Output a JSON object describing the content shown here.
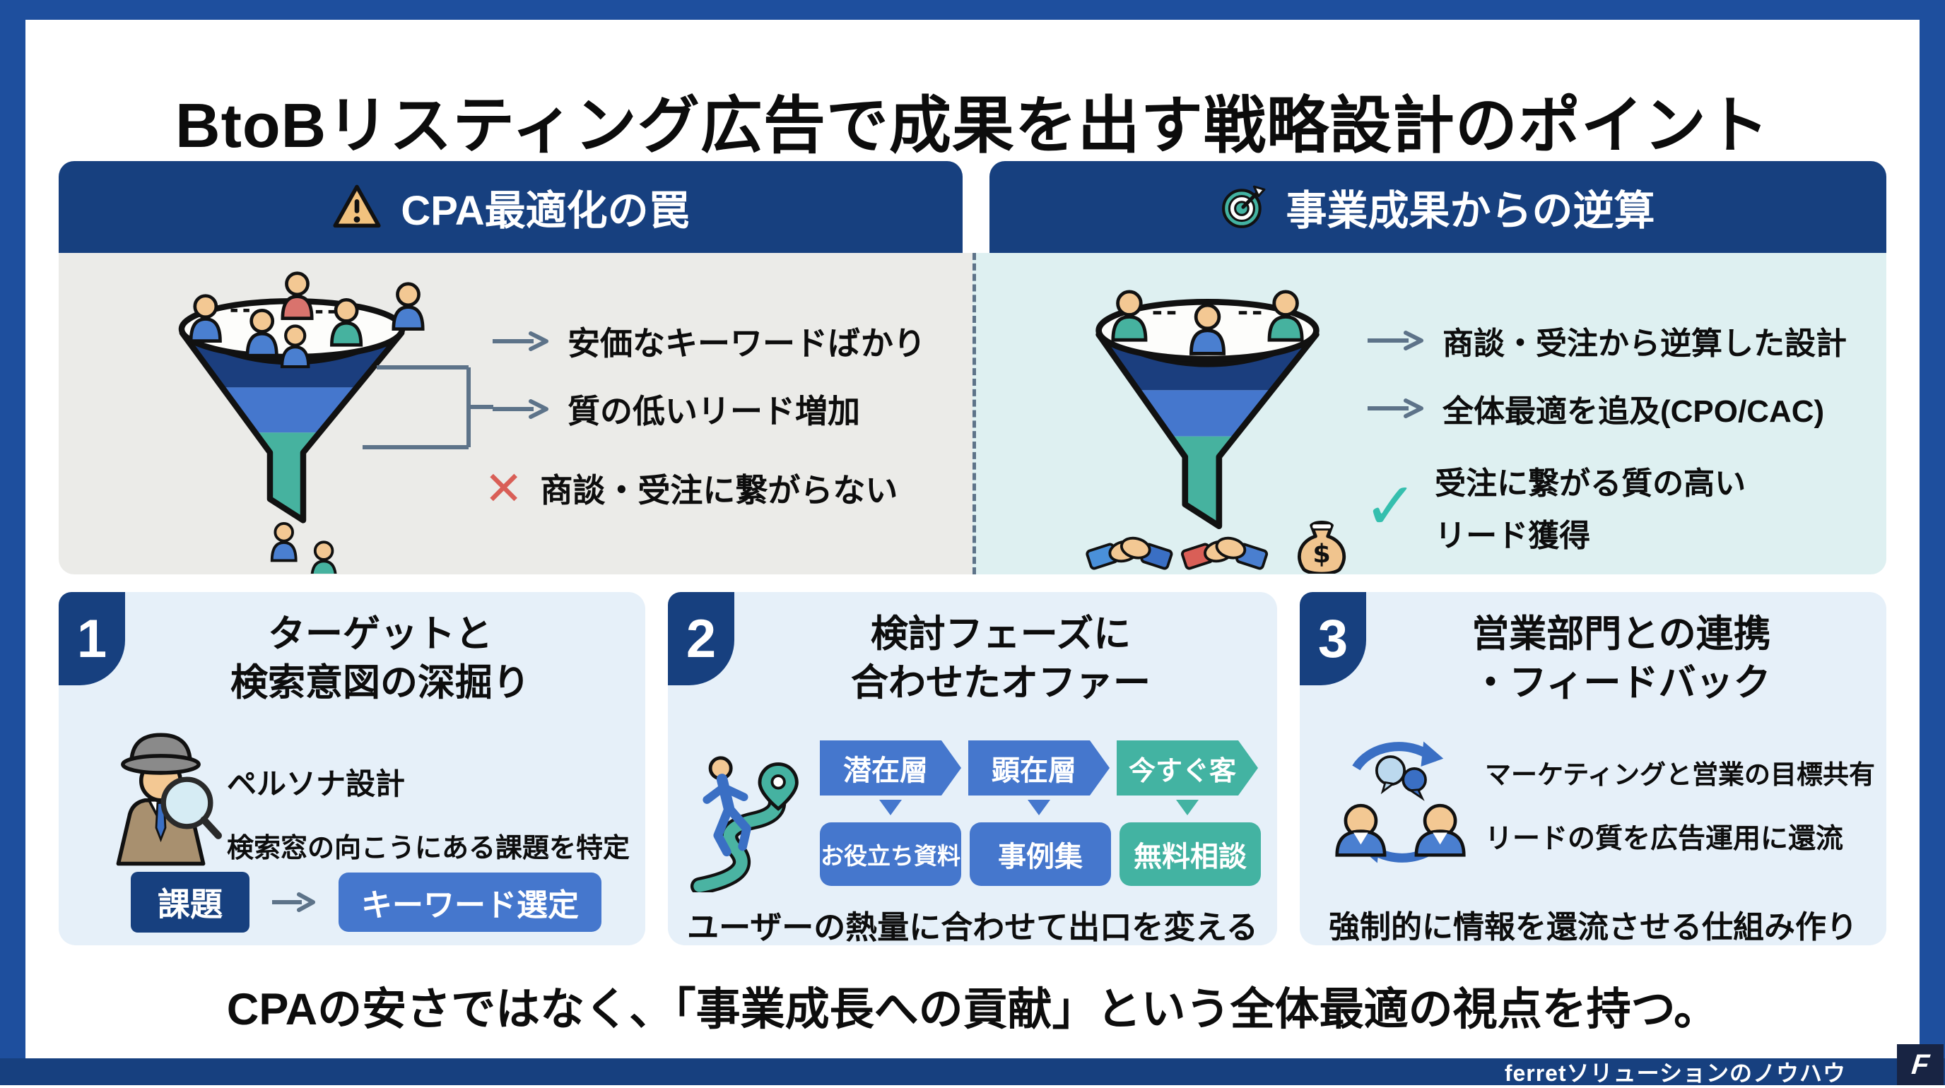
{
  "title": "BtoBリスティング広告で成果を出す戦略設計のポイント",
  "icons": {
    "cross": "✕",
    "check": "✓"
  },
  "left_panel": {
    "header": "CPA最適化の罠",
    "bullets": [
      {
        "text": "安価なキーワードばかり"
      },
      {
        "text": "質の低いリード増加"
      },
      {
        "text": "商談・受注に繋がらない"
      }
    ]
  },
  "right_panel": {
    "header": "事業成果からの逆算",
    "bullets": [
      {
        "text": "商談・受注から逆算した設計"
      },
      {
        "text": "全体最適を追及(CPO/CAC)"
      },
      {
        "text_line1": "受注に繋がる質の高い",
        "text_line2": "リード獲得"
      }
    ]
  },
  "cards": [
    {
      "number": "1",
      "title_line1": "ターゲットと",
      "title_line2": "検索意図の深掘り",
      "point1": "ペルソナ設計",
      "point2": "検索窓の向こうにある課題を特定",
      "flow_from": "課題",
      "flow_to": "キーワード選定"
    },
    {
      "number": "2",
      "title_line1": "検討フェーズに",
      "title_line2": "合わせたオファー",
      "phases": [
        {
          "label": "潜在層",
          "offer": "お役立ち資料"
        },
        {
          "label": "顕在層",
          "offer": "事例集"
        },
        {
          "label": "今すぐ客",
          "offer": "無料相談"
        }
      ],
      "note": "ユーザーの熱量に合わせて出口を変える"
    },
    {
      "number": "3",
      "title_line1": "営業部門との連携",
      "title_line2": "・フィードバック",
      "point1": "マーケティングと営業の目標共有",
      "point2": "リードの質を広告運用に還流",
      "note": "強制的に情報を還流させる仕組み作り"
    }
  ],
  "conclusion": "CPAの安さではなく、「事業成長への貢献」という全体最適の視点を持つ。",
  "footer": {
    "brand": "ferretソリューションのノウハウ"
  },
  "colors": {
    "frame_blue": "#1e4f9e",
    "header_navy": "#17407f",
    "mid_blue": "#4577cd",
    "teal": "#43b3a2",
    "panel_gray": "#ebebe8",
    "panel_cyan": "#def0f1",
    "card_bg": "#e6f0f9",
    "cross_red": "#d95f57",
    "check_teal": "#35bfae"
  }
}
